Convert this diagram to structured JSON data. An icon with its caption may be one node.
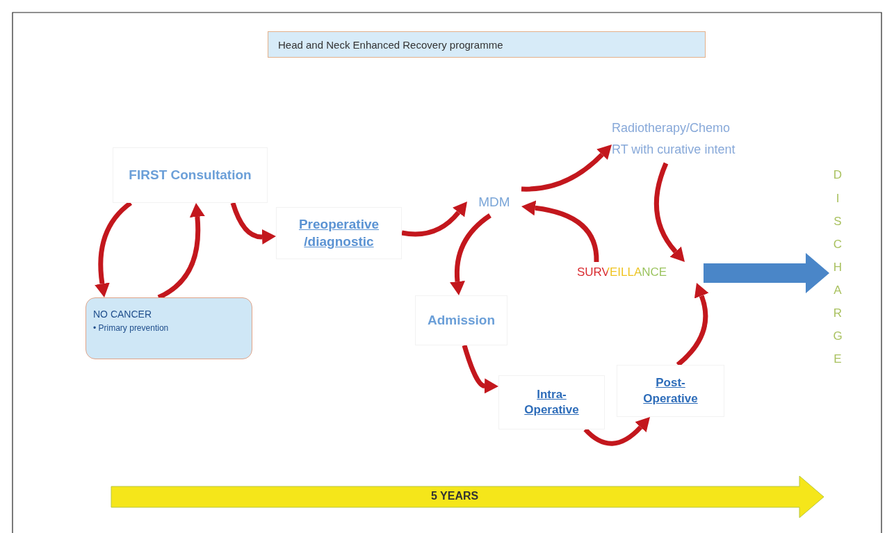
{
  "diagram": {
    "title": "Head and Neck Enhanced Recovery programme",
    "nodes": [
      {
        "text": [
          "FIRST Consultation"
        ]
      },
      {
        "text": [
          "NO CANCER",
          "• Primary prevention"
        ]
      },
      {
        "text": [
          "Preoperative /diagnostic"
        ]
      },
      {
        "text": [
          "MDM"
        ]
      },
      {
        "text": [
          "Radiotherapy/Chemo RT with curative intent"
        ]
      },
      {
        "text": [
          "SURVEILLANCE"
        ]
      },
      {
        "text": [
          "Admission"
        ]
      },
      {
        "text": [
          "Intra- Operative"
        ]
      },
      {
        "text": [
          "Post- Operative"
        ]
      },
      {
        "text": [
          "DISCHARGE"
        ]
      }
    ],
    "edges": [
      {
        "from": 0,
        "to": 1,
        "arrow": "to"
      },
      {
        "from": 1,
        "to": 0,
        "arrow": "to"
      },
      {
        "from": 0,
        "to": 2,
        "arrow": "to"
      },
      {
        "from": 2,
        "to": 3,
        "arrow": "to"
      },
      {
        "from": 3,
        "to": 4,
        "arrow": "to"
      },
      {
        "from": 4,
        "to": 5,
        "arrow": "to"
      },
      {
        "from": 5,
        "to": 3,
        "arrow": "to"
      },
      {
        "from": 3,
        "to": 6,
        "arrow": "to"
      },
      {
        "from": 6,
        "to": 7,
        "arrow": "to"
      },
      {
        "from": 7,
        "to": 8,
        "arrow": "to"
      },
      {
        "from": 8,
        "to": 5,
        "arrow": "to"
      },
      {
        "from": 5,
        "to": 9,
        "arrow": "to",
        "style": "thick",
        "color": "#4a86c8"
      }
    ],
    "labels": [
      "5 YEARS"
    ]
  }
}
